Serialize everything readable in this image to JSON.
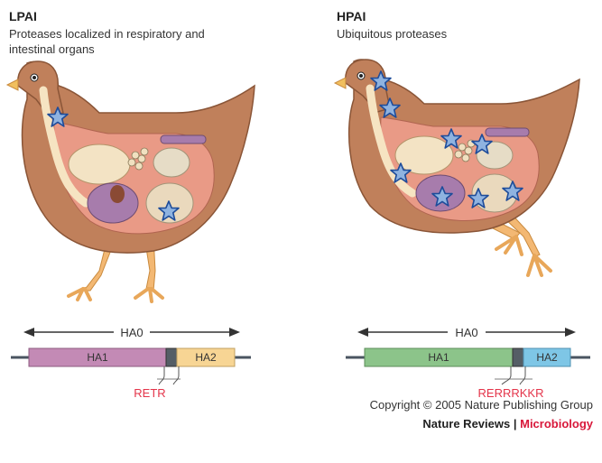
{
  "left_panel": {
    "title": "LPAI",
    "subtitle_line1": "Proteases localized in respiratory and",
    "subtitle_line2": "intestinal organs",
    "ha0_label": "HA0",
    "ha1_label": "HA1",
    "ha2_label": "HA2",
    "cleavage_site": "RETR",
    "ha1_color": "#c38ab5",
    "ha2_color": "#f7d594"
  },
  "right_panel": {
    "title": "HPAI",
    "subtitle_line1": "Ubiquitous proteases",
    "ha0_label": "HA0",
    "ha1_label": "HA1",
    "ha2_label": "HA2",
    "cleavage_site": "RERRRKKR",
    "ha1_color": "#8cc48a",
    "ha2_color": "#7ec6e6"
  },
  "footer": {
    "copyright": "Copyright © 2005 Nature Publishing Group",
    "journal_main": "Nature Reviews",
    "separator": "|",
    "journal_sub": "Microbiology"
  },
  "colors": {
    "cleavage_text": "#e4344a",
    "star_fill": "#8fb3e0",
    "star_stroke": "#1e4c9a",
    "body_fill": "#c0805b",
    "organ_fill": "#e99a86",
    "leg_fill": "#f3b873"
  }
}
